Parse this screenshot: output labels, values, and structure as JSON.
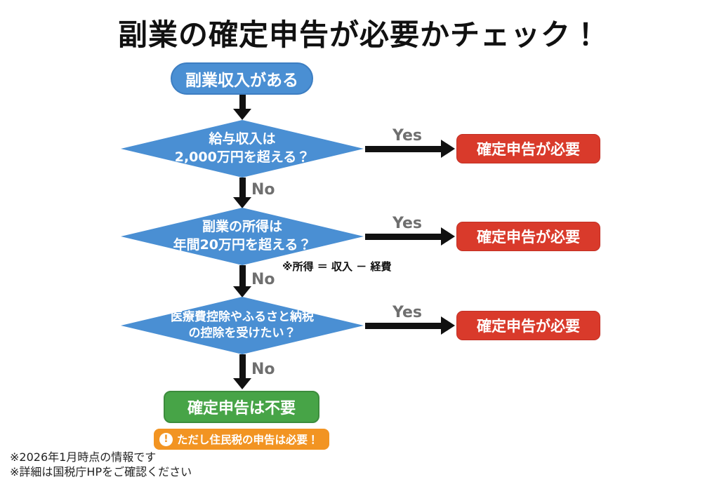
{
  "title": "副業の確定申告が必要かチェック！",
  "colors": {
    "blue": "#4a8fd3",
    "blue_border": "#3d7ec2",
    "red": "#d93a2b",
    "green": "#47a447",
    "orange": "#f29422",
    "label_gray": "#6f6f6f"
  },
  "flow": {
    "start": "副業収入がある",
    "decisions": [
      {
        "line1": "給与収入は",
        "line2": "2,000万円を超える？",
        "yes_label": "Yes",
        "no_label": "No",
        "result": "確定申告が必要"
      },
      {
        "line1": "副業の所得は",
        "line2": "年間20万円を超える？",
        "yes_label": "Yes",
        "no_label": "No",
        "result": "確定申告が必要",
        "note": "※所得 ＝ 収入 － 経費"
      },
      {
        "line1": "医療費控除やふるさと納税",
        "line2": "の控除を受けたい？",
        "yes_label": "Yes",
        "no_label": "No",
        "result": "確定申告が必要"
      }
    ],
    "end": "確定申告は不要",
    "warning": {
      "icon": "！",
      "text": "ただし住民税の申告は必要！"
    }
  },
  "footnotes": [
    "※2026年1月時点の情報です",
    "※詳細は国税庁HPをご確認ください"
  ]
}
